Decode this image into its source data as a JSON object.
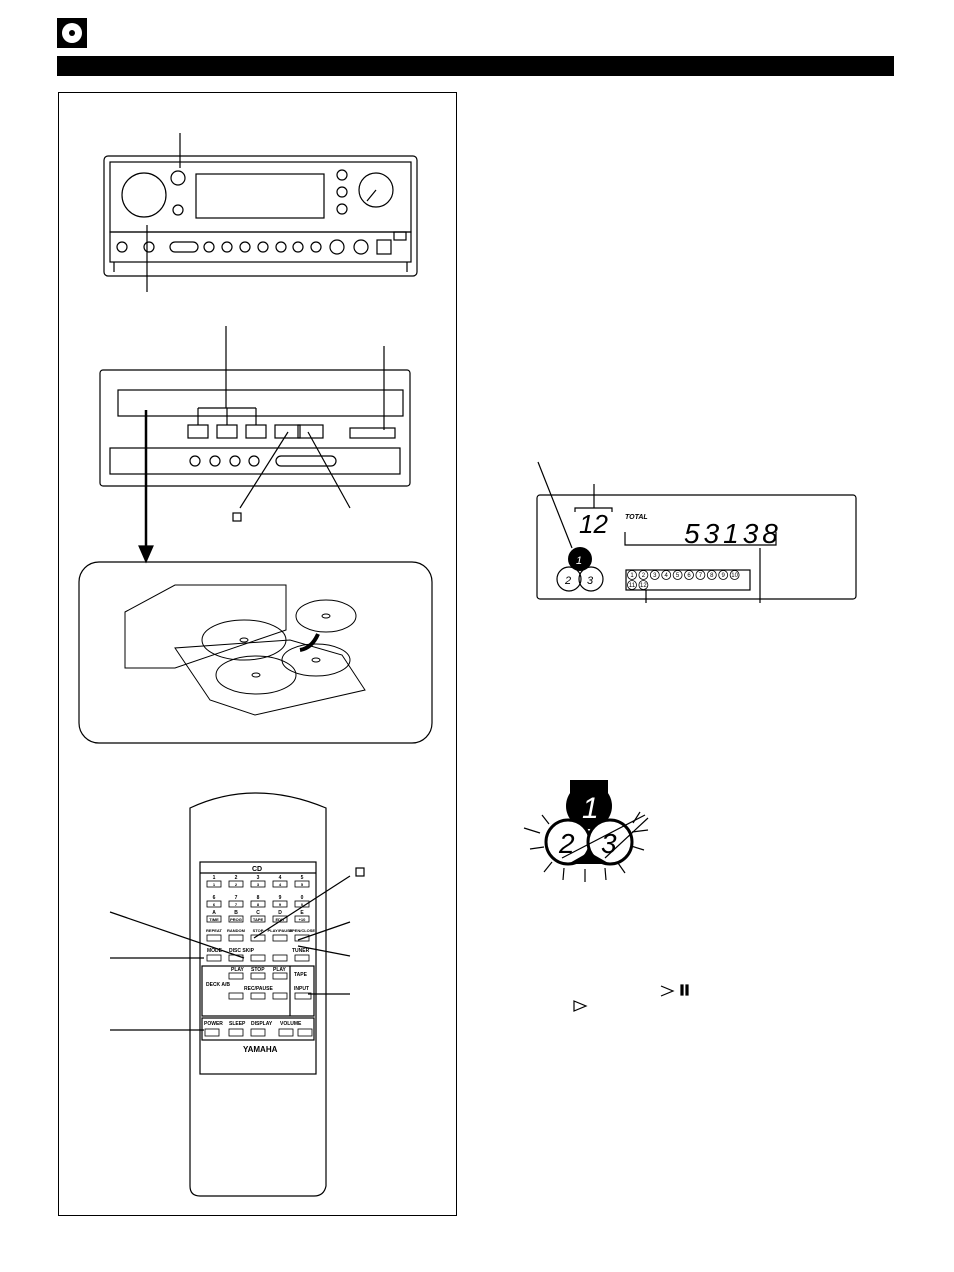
{
  "display": {
    "disc_number": "1",
    "disc_slots": [
      "1",
      "2",
      "3"
    ],
    "track_digits": "12",
    "total_label": "TOTAL",
    "time_digits": "53138",
    "track_calendar_row1": [
      "1",
      "2",
      "3",
      "4",
      "5",
      "6",
      "7",
      "8",
      "9",
      "10"
    ],
    "track_calendar_row2": [
      "11",
      "12"
    ]
  },
  "remote": {
    "section_label": "CD",
    "number_labels": [
      "1",
      "2",
      "3",
      "4",
      "5",
      "6",
      "7",
      "8",
      "9",
      "0"
    ],
    "letter_labels": [
      "A",
      "B",
      "C",
      "D",
      "E"
    ],
    "func_row": [
      "TIME",
      "PROG",
      "TAPE",
      "EDIT",
      "+10"
    ],
    "mode_row": [
      "REPEAT",
      "RANDOM",
      "STOP",
      "PLAY/PAUSE",
      "OPEN/CLOSE"
    ],
    "mode_label": "MODE",
    "disc_skip_label": "DISC SKIP",
    "tuner_label": "TUNER",
    "tape_label": "TAPE",
    "play_label": "PLAY",
    "stop_label": "STOP",
    "deck_label": "DECK A/B",
    "rec_pause_label": "REC/PAUSE",
    "input_label": "INPUT",
    "power_label": "POWER",
    "sleep_label": "SLEEP",
    "display_label": "DISPLAY",
    "volume_label": "VOLUME",
    "brand": "YAMAHA"
  },
  "icons": {
    "header": "cd-disc-icon",
    "play_pause_symbol": "play-pause-icon",
    "play_symbol": "play-icon"
  },
  "colors": {
    "ink": "#000000",
    "paper": "#ffffff",
    "display_bg": "#ffffff"
  }
}
